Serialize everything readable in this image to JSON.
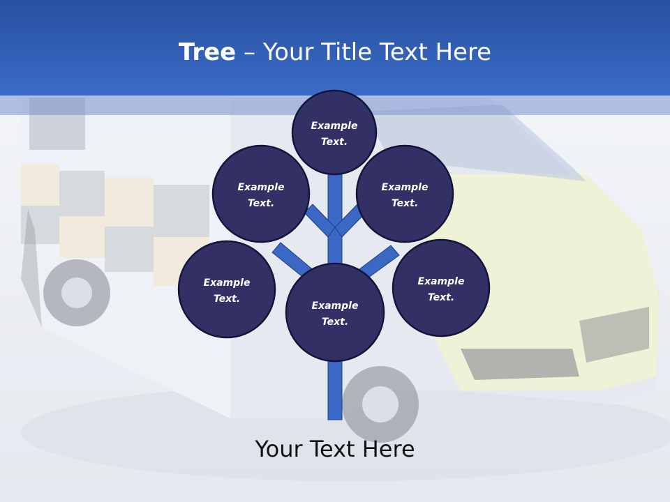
{
  "title": {
    "bold": "Tree",
    "rest": " – Your Title Text Here"
  },
  "nodes": [
    {
      "line1": "Example",
      "line2": "Text."
    },
    {
      "line1": "Example",
      "line2": "Text."
    },
    {
      "line1": "Example",
      "line2": "Text."
    },
    {
      "line1": "Example",
      "line2": "Text."
    },
    {
      "line1": "Example",
      "line2": "Text."
    },
    {
      "line1": "Example",
      "line2": "Text."
    }
  ],
  "footer": "Your Text Here",
  "colors": {
    "header": "#3a6cc8",
    "node_fill": "#333066",
    "trunk": "#3a68c4",
    "node_stroke": "#11163a"
  }
}
